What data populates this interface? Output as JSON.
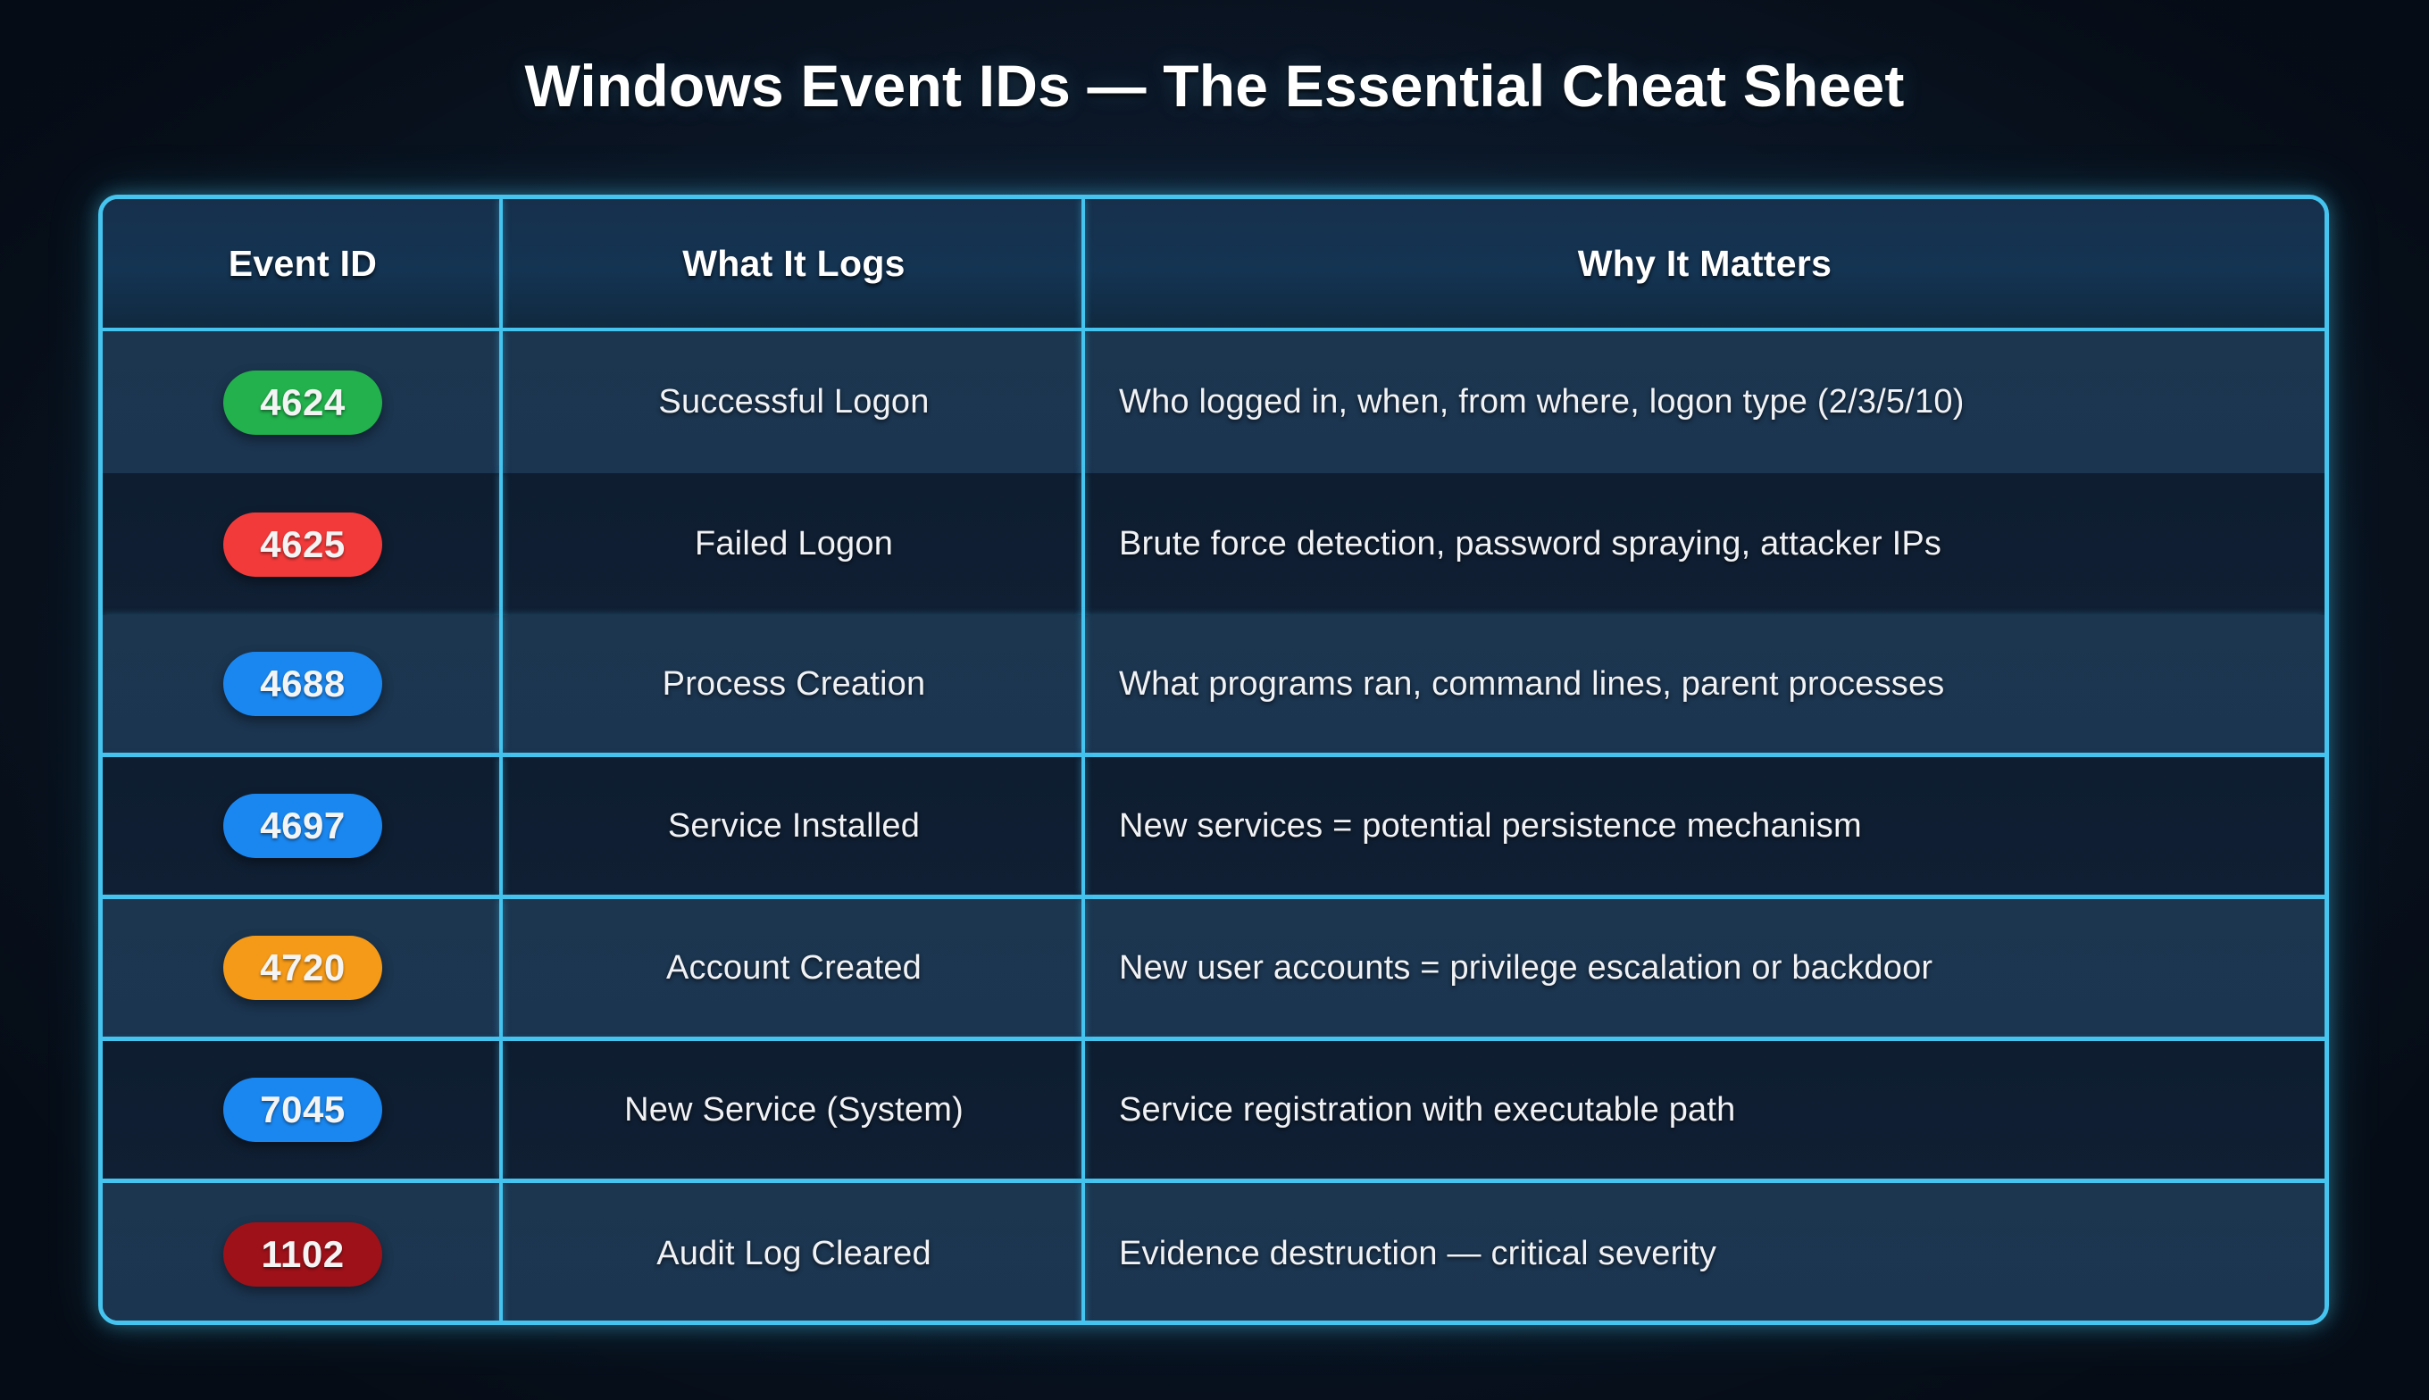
{
  "page": {
    "title": "Windows Event IDs — The Essential Cheat Sheet",
    "background_color": "#0d1b2e",
    "accent_color": "#45c4ef"
  },
  "table": {
    "headers": {
      "event_id": "Event ID",
      "what_it_logs": "What It Logs",
      "why_it_matters": "Why It Matters"
    },
    "rows": [
      {
        "event_id": "4624",
        "badge_color": "#22b14c",
        "what_it_logs": "Successful Logon",
        "why_it_matters": "Who logged in, when, from where, logon type (2/3/5/10)",
        "row_tint": "light",
        "divider_below": "none"
      },
      {
        "event_id": "4625",
        "badge_color": "#f33a3a",
        "what_it_logs": "Failed Logon",
        "why_it_matters": "Brute force detection, password spraying, attacker IPs",
        "row_tint": "dark",
        "divider_below": "none"
      },
      {
        "event_id": "4688",
        "badge_color": "#1a87f0",
        "what_it_logs": "Process Creation",
        "why_it_matters": "What programs ran, command lines, parent processes",
        "row_tint": "light",
        "divider_below": "strong"
      },
      {
        "event_id": "4697",
        "badge_color": "#1a87f0",
        "what_it_logs": "Service Installed",
        "why_it_matters": "New services = potential persistence mechanism",
        "row_tint": "dark",
        "divider_below": "strong"
      },
      {
        "event_id": "4720",
        "badge_color": "#f59a18",
        "what_it_logs": "Account Created",
        "why_it_matters": "New user accounts = privilege escalation or backdoor",
        "row_tint": "light",
        "divider_below": "strong"
      },
      {
        "event_id": "7045",
        "badge_color": "#1a87f0",
        "what_it_logs": "New Service (System)",
        "why_it_matters": "Service registration with executable path",
        "row_tint": "dark",
        "divider_below": "strong"
      },
      {
        "event_id": "1102",
        "badge_color": "#9e1119",
        "what_it_logs": "Audit Log Cleared",
        "why_it_matters": "Evidence destruction — critical severity",
        "row_tint": "light",
        "divider_below": "none"
      }
    ]
  }
}
